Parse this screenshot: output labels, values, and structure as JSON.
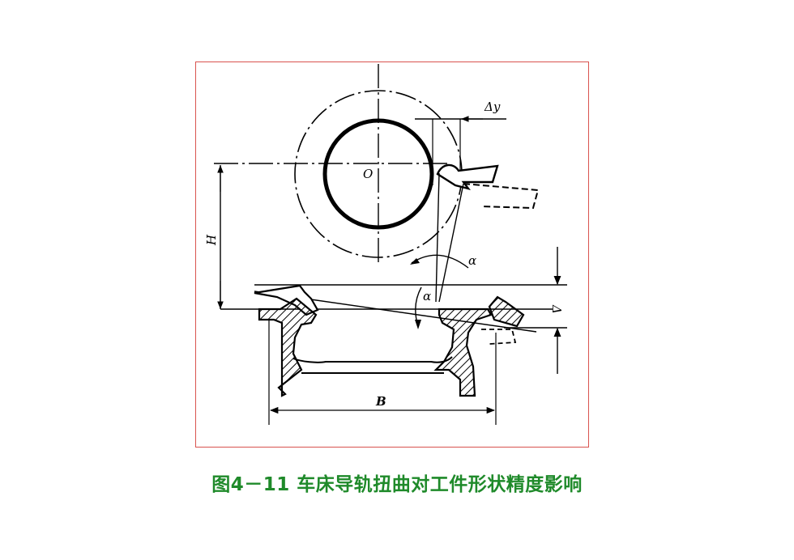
{
  "figure": {
    "labels": {
      "delta_y": "Δy",
      "origin": "O",
      "height": "H",
      "alpha_upper": "α",
      "alpha_lower": "α",
      "delta": "Δ",
      "width": "B"
    }
  },
  "caption": "图4－11  车床导轨扭曲对工件形状精度影响",
  "colors": {
    "frame_border": "#d9534f",
    "caption_text": "#1f8a2a",
    "line": "#000000"
  }
}
